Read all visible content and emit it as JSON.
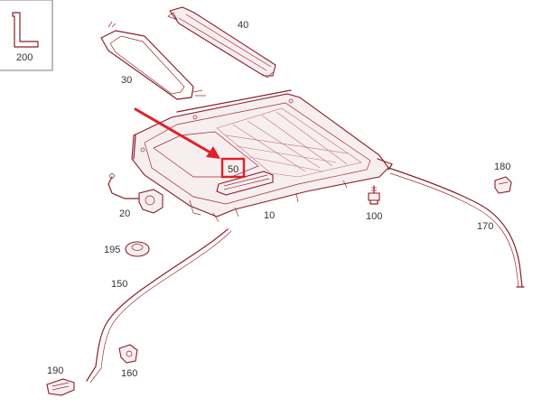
{
  "part_labels": {
    "p200": "200",
    "p40": "40",
    "p30": "30",
    "p50": "50",
    "p10": "10",
    "p20": "20",
    "p180": "180",
    "p100": "100",
    "p170": "170",
    "p195": "195",
    "p150": "150",
    "p190": "190",
    "p160": "160"
  },
  "colors": {
    "line_art": "#8a1f2a",
    "highlight": "#e0202a",
    "label_text": "#333333"
  }
}
